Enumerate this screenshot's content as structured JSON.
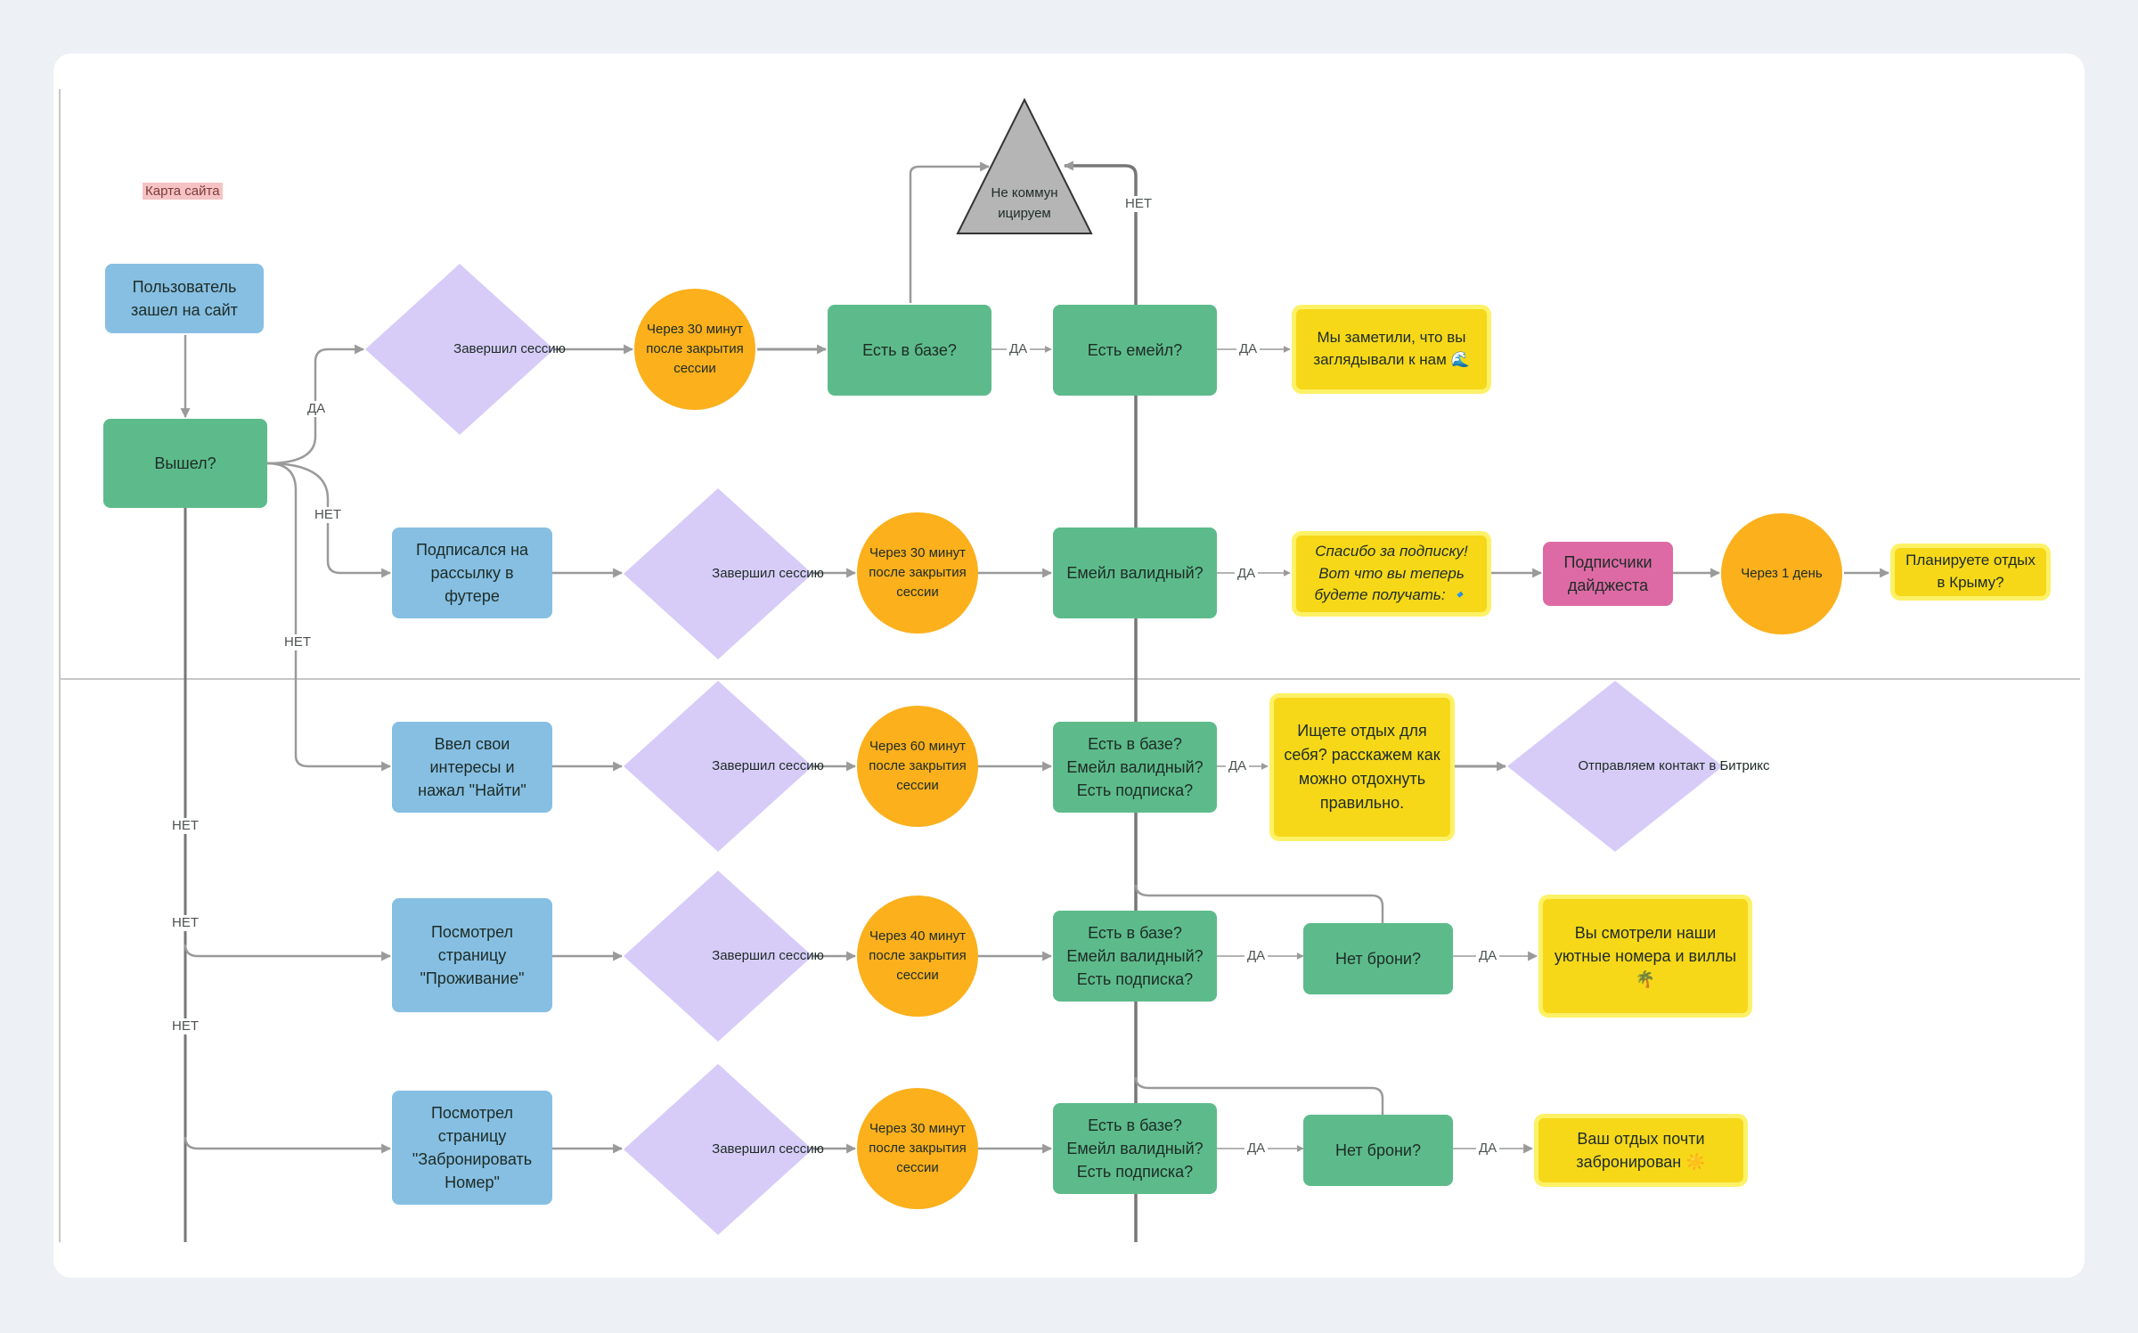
{
  "sitemap_label": "Карта сайта",
  "colors": {
    "blue": "#86bfe2",
    "green": "#5dbb8b",
    "lavender": "#d7ccf8",
    "orange": "#fbb01c",
    "yellow": "#f6d819",
    "pink": "#dd6aa4",
    "gray": "#b5b5b5",
    "line": "#9a9a9a"
  },
  "nodes": {
    "user_entered": "Пользователь зашел на сайт",
    "left_site": "Вышел?",
    "finished_1": "Завершил сессию",
    "wait_1": "Через 30 минут после закрытия сессии",
    "in_db_1": "Есть в базе?",
    "has_email": "Есть емейл?",
    "msg_noticed": "Мы заметили, что вы заглядывали к нам 🌊",
    "no_contact": "Не коммуницируем",
    "subscribed_footer": "Подписался на рассылку в футере",
    "finished_2": "Завершил сессию",
    "wait_2": "Через 30 минут после закрытия сессии",
    "email_valid": "Емейл валидный?",
    "msg_thanks": "Спасибо за подписку! Вот что вы теперь будете получать: 🔹",
    "digest_subs": "Подписчики дайджеста",
    "wait_day": "Через 1 день",
    "msg_crimea": "Планируете отдых в Крыму?",
    "interests": "Ввел свои интересы и нажал \"Найти\"",
    "finished_3": "Завершил сессию",
    "wait_3": "Через 60 минут после закрытия сессии",
    "check_3": "Есть в базе? Емейл валидный? Есть подписка?",
    "msg_search": "Ищете отдых для себя? расскажем как можно отдохнуть правильно.",
    "send_bitrix": "Отправляем контакт в Битрикс",
    "viewed_living": "Посмотрел страницу \"Проживание\"",
    "finished_4": "Завершил сессию",
    "wait_4": "Через 40 минут после закрытия сессии",
    "check_4": "Есть в базе? Емейл валидный? Есть подписка?",
    "no_booking_1": "Нет брони?",
    "msg_rooms": "Вы смотрели наши уютные номера и виллы 🌴",
    "viewed_booking": "Посмотрел страницу \"Забронировать Номер\"",
    "finished_5": "Завершил сессию",
    "wait_5": "Через 30 минут после закрытия сессии",
    "check_5": "Есть в базе? Емейл валидный? Есть подписка?",
    "no_booking_2": "Нет брони?",
    "msg_almost": "Ваш отдых почти забронирован ☀️"
  },
  "edge_labels": {
    "yes": "ДА",
    "no": "НЕТ"
  }
}
